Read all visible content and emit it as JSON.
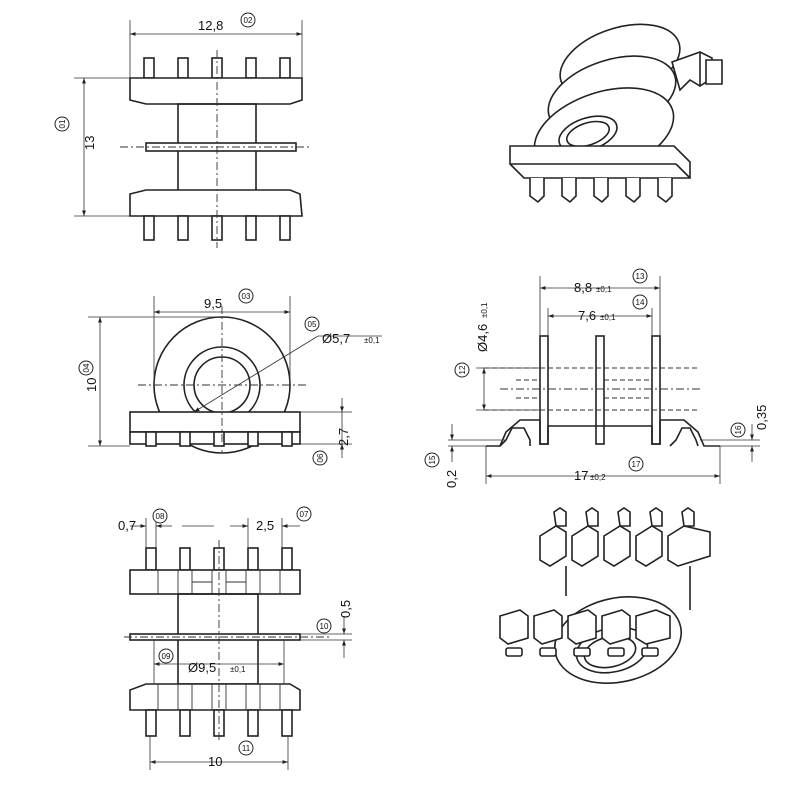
{
  "colors": {
    "line": "#222222",
    "background": "#ffffff"
  },
  "dimensions": {
    "width_top": "12,8",
    "height_top": "13",
    "flange_width": "9,5",
    "inner_diameter": "Ø5,7",
    "inner_diameter_tol": "±0,1",
    "height_front": "10",
    "base_height": "2,7",
    "outer_flange": "8,8",
    "outer_flange_tol": "±0,1",
    "inner_flange": "7,6",
    "inner_flange_tol": "±0,1",
    "core_diameter": "Ø4,6",
    "core_diameter_tol": "±0,1",
    "pin_step": "0,35",
    "pin_offset": "0,2",
    "total_length": "17",
    "total_length_tol": "±0,2",
    "pin_width": "0,7",
    "pin_pitch": "2,5",
    "flange_thickness": "0,5",
    "bottom_diameter": "Ø9,5",
    "bottom_diameter_tol": "±0,1",
    "bottom_width": "10"
  },
  "balloons": {
    "b01": "01",
    "b02": "02",
    "b03": "03",
    "b04": "04",
    "b05": "05",
    "b06": "06",
    "b07": "07",
    "b08": "08",
    "b09": "09",
    "b10": "10",
    "b11": "11",
    "b12": "12",
    "b13": "13",
    "b14": "14",
    "b15": "15",
    "b16": "16",
    "b17": "17"
  }
}
